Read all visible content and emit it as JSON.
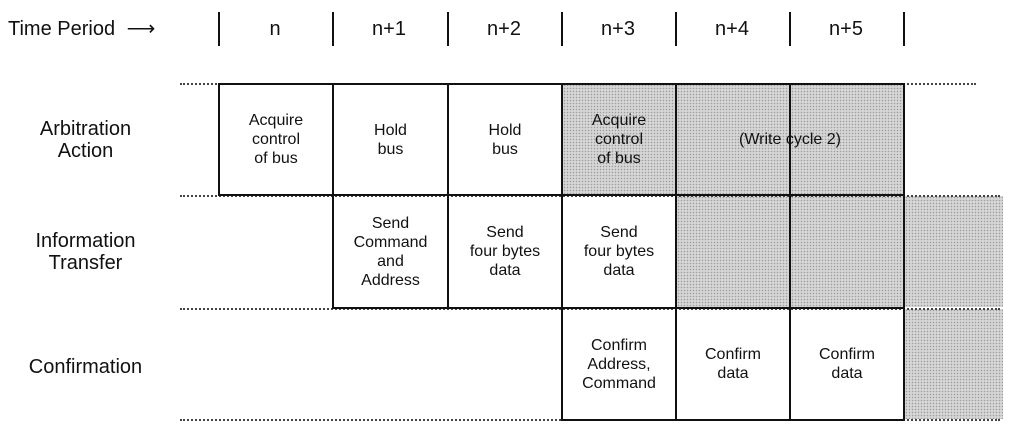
{
  "header": {
    "label": "Time Period",
    "arrow": "⟶",
    "periods": [
      "n",
      "n+1",
      "n+2",
      "n+3",
      "n+4",
      "n+5"
    ]
  },
  "rows": {
    "arbitration": "Arbitration\nAction",
    "information": "Information\nTransfer",
    "confirmation": "Confirmation"
  },
  "cells": {
    "arb_n": "Acquire\ncontrol\nof bus",
    "arb_n1": "Hold\nbus",
    "arb_n2": "Hold\nbus",
    "arb_n3": "Acquire\ncontrol\nof bus",
    "arb_write2": "(Write cycle 2)",
    "info_n1": "Send\nCommand\nand\nAddress",
    "info_n2": "Send\nfour bytes\ndata",
    "info_n3": "Send\nfour bytes\ndata",
    "conf_n3": "Confirm\nAddress,\nCommand",
    "conf_n4": "Confirm\ndata",
    "conf_n5": "Confirm\ndata"
  }
}
